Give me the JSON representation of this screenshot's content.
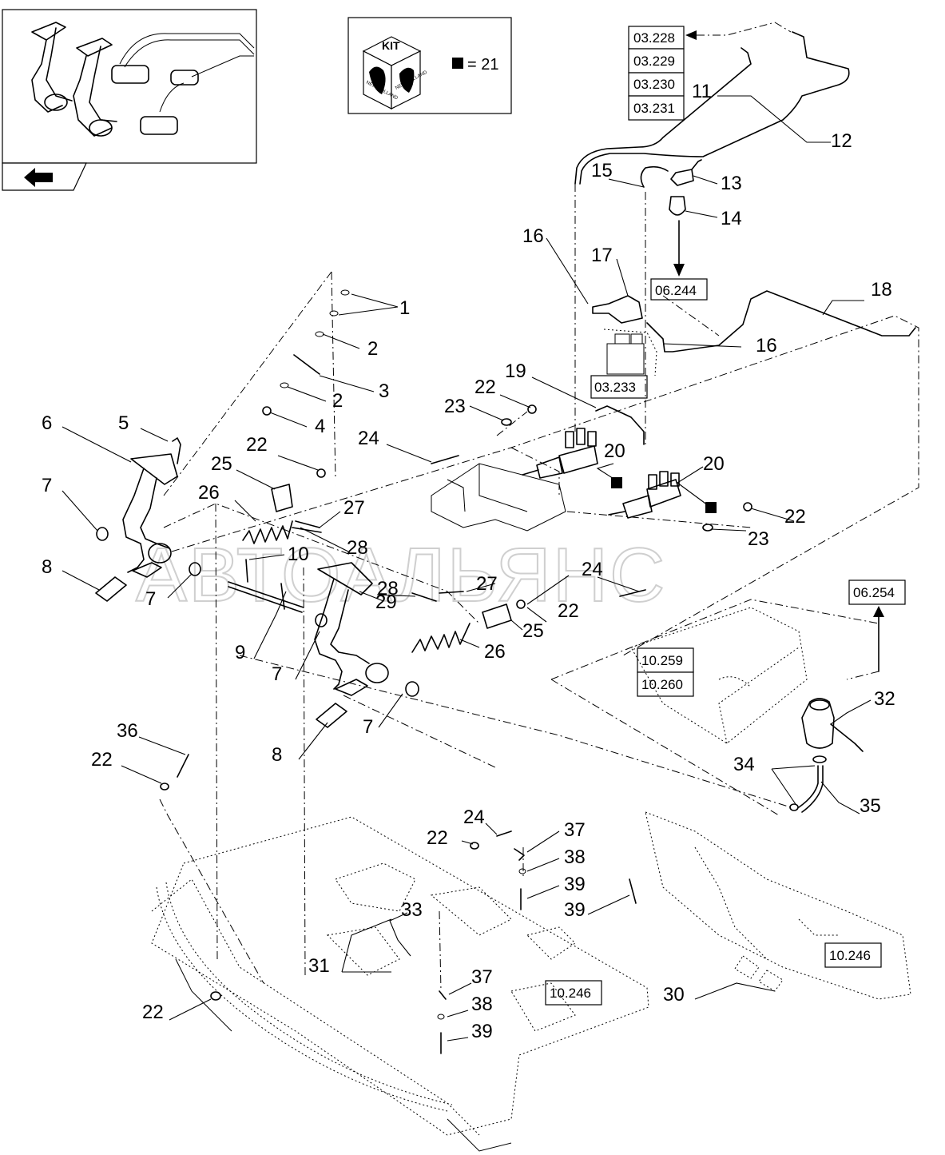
{
  "kit": {
    "label": "KIT",
    "brand": "NEW HOLLAND",
    "legend": "= 21"
  },
  "watermark": "АВТОАЛЬЯНС",
  "references": {
    "r03228": "03.228",
    "r03229": "03.229",
    "r03230": "03.230",
    "r03231": "03.231",
    "r06244": "06.244",
    "r03233": "03.233",
    "r06254": "06.254",
    "r10259": "10.259",
    "r10260": "10.260",
    "r10246a": "10.246",
    "r10246b": "10.246"
  },
  "callouts": {
    "c1": "1",
    "c2a": "2",
    "c3": "3",
    "c2b": "2",
    "c4": "4",
    "c5": "5",
    "c6": "6",
    "c7a": "7",
    "c8a": "8",
    "c7b": "7",
    "c9": "9",
    "c7c": "7",
    "c7d": "7",
    "c8b": "8",
    "c10": "10",
    "c11": "11",
    "c12": "12",
    "c13": "13",
    "c14": "14",
    "c15": "15",
    "c16a": "16",
    "c17": "17",
    "c18": "18",
    "c16b": "16",
    "c19": "19",
    "c20a": "20",
    "c20b": "20",
    "c22a": "22",
    "c23a": "23",
    "c22b": "22",
    "c22c": "22",
    "c23b": "23",
    "c22d": "22",
    "c22e": "22",
    "c22f": "22",
    "c22g": "22",
    "c24a": "24",
    "c24b": "24",
    "c24c": "24",
    "c25a": "25",
    "c25b": "25",
    "c26a": "26",
    "c26b": "26",
    "c27a": "27",
    "c27b": "27",
    "c28a": "28",
    "c28b": "28",
    "c29": "29",
    "c30": "30",
    "c31": "31",
    "c32": "32",
    "c33": "33",
    "c34": "34",
    "c35": "35",
    "c36": "36",
    "c37a": "37",
    "c38a": "38",
    "c39a": "39",
    "c39b": "39",
    "c37b": "37",
    "c38b": "38",
    "c39c": "39"
  }
}
